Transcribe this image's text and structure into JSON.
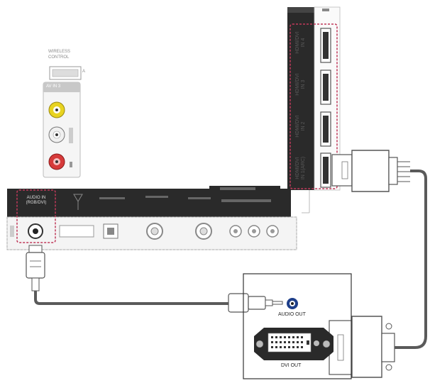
{
  "wireless_control": {
    "line1": "WIRELESS",
    "line2": "CONTROL",
    "marker": "A"
  },
  "av_panel": {
    "header": "AV IN 3"
  },
  "rear_panel": {
    "audio_in_label": "AUDIO IN\n(RGB/DVI)"
  },
  "hdmi_ports": [
    {
      "label": "HDMI/DVI\nIN 4"
    },
    {
      "label": "HDMI/DVI\nIN 3"
    },
    {
      "label": "HDMI/DVI\nIN 2"
    },
    {
      "label": "HDMI/DVI\nIN 1(ARC)"
    }
  ],
  "pc": {
    "audio_out_label": "AUDIO OUT",
    "dvi_out_label": "DVI OUT"
  },
  "colors": {
    "highlight": "#c0395a",
    "panel_fill": "#2a2a2a",
    "cable": "#5a5a5a",
    "audio_jack": "#1e3f8a",
    "rca_yellow": "#e8d320",
    "rca_red": "#d63a3a",
    "rca_white": "#f0f0f0"
  }
}
